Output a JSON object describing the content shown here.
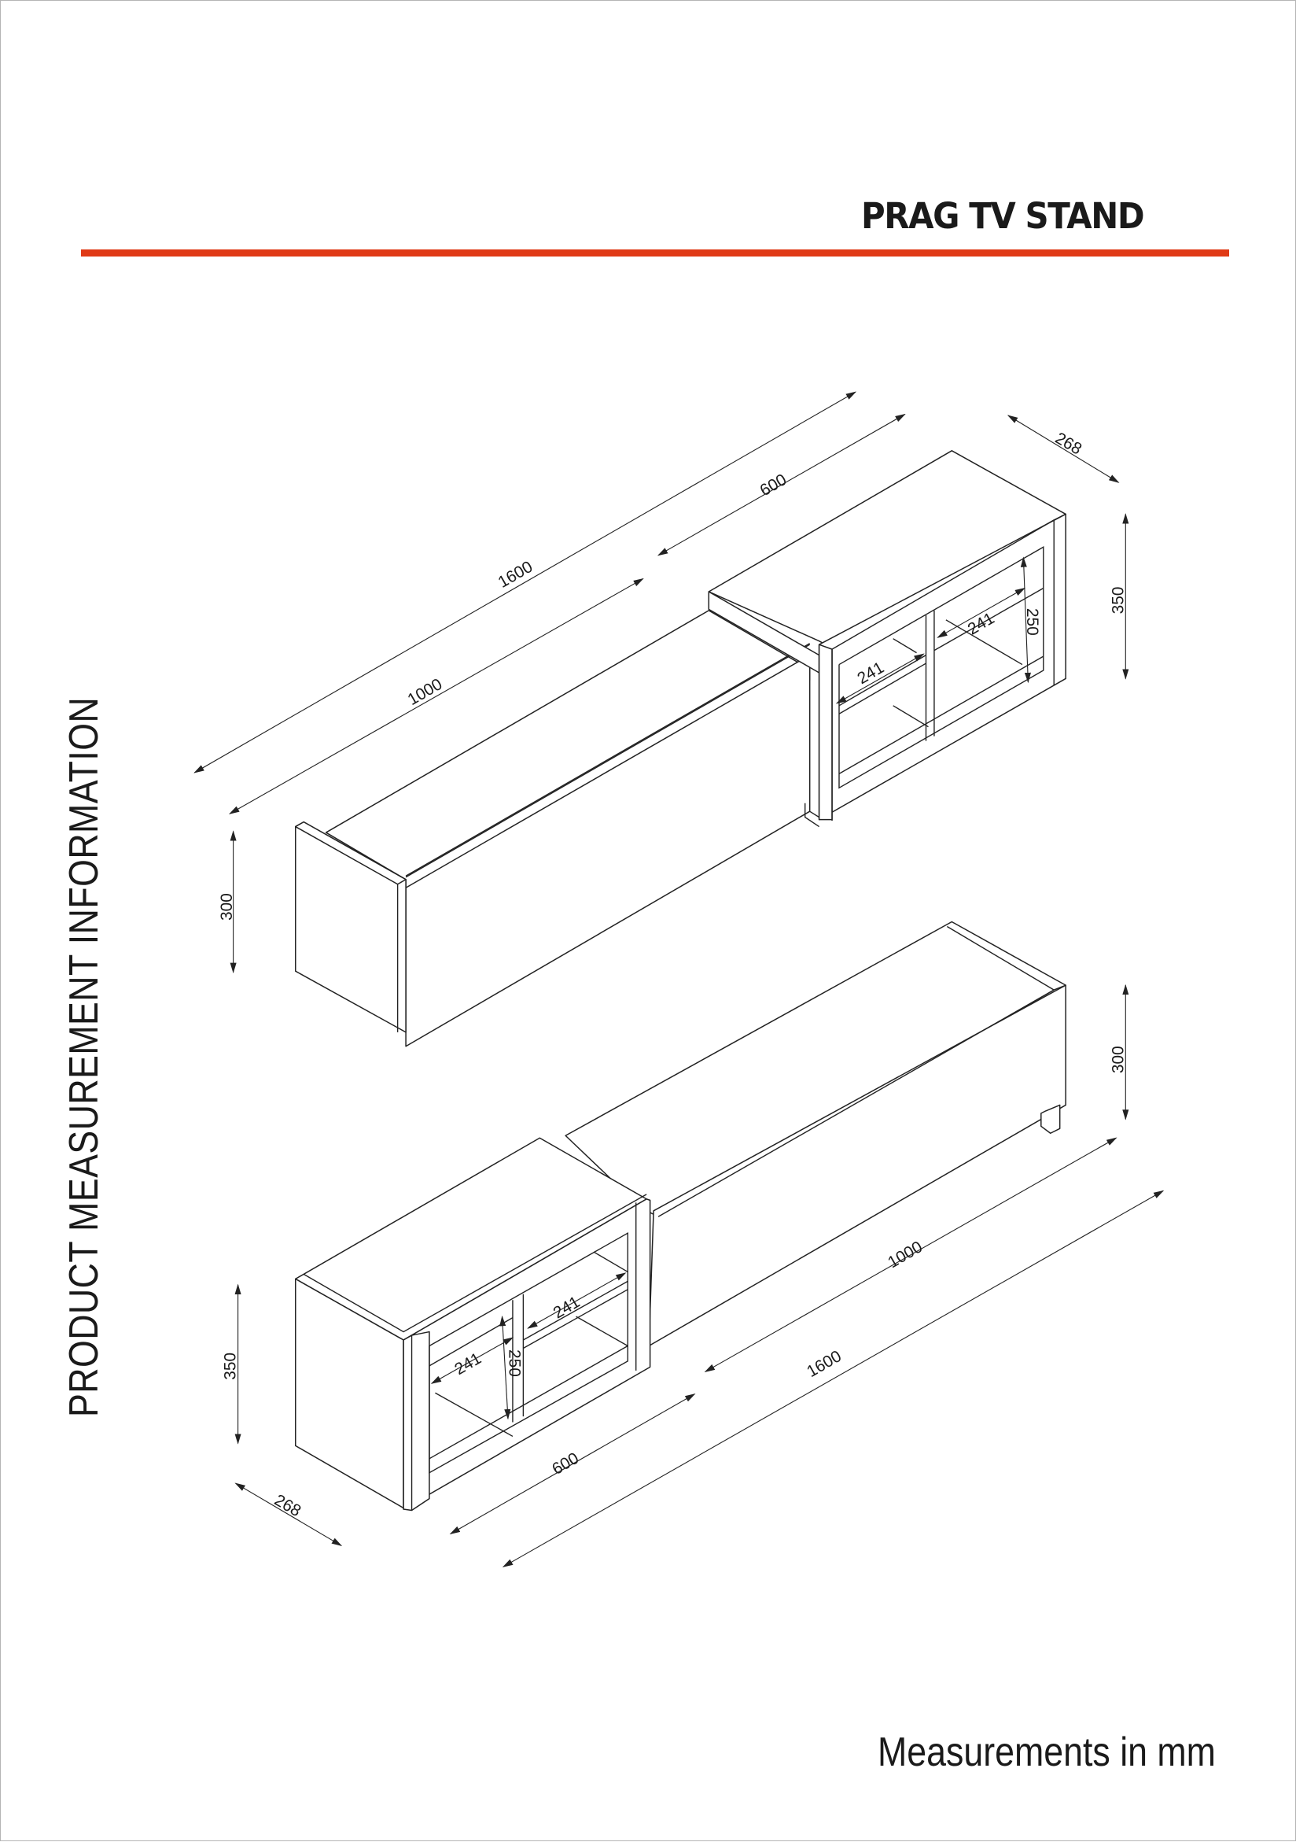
{
  "header": {
    "title": "PRAG TV STAND",
    "accent_color": "#e03a16"
  },
  "side_title": "PRODUCT MEASUREMENT INFORMATION",
  "footer": {
    "units_note": "Measurements in mm"
  },
  "views": {
    "top": {
      "dimensions": {
        "total_length": "1600",
        "shelf_length": "1000",
        "cabinet_length": "600",
        "depth": "268",
        "cabinet_height": "350",
        "shelf_height": "300",
        "compartment_width_left": "241",
        "compartment_width_right": "241",
        "compartment_height": "250"
      }
    },
    "bottom": {
      "dimensions": {
        "total_length": "1600",
        "shelf_length": "1000",
        "cabinet_length": "600",
        "depth": "268",
        "cabinet_height": "350",
        "shelf_height": "300",
        "compartment_width_left": "241",
        "compartment_width_right": "241",
        "compartment_height": "250"
      }
    }
  }
}
